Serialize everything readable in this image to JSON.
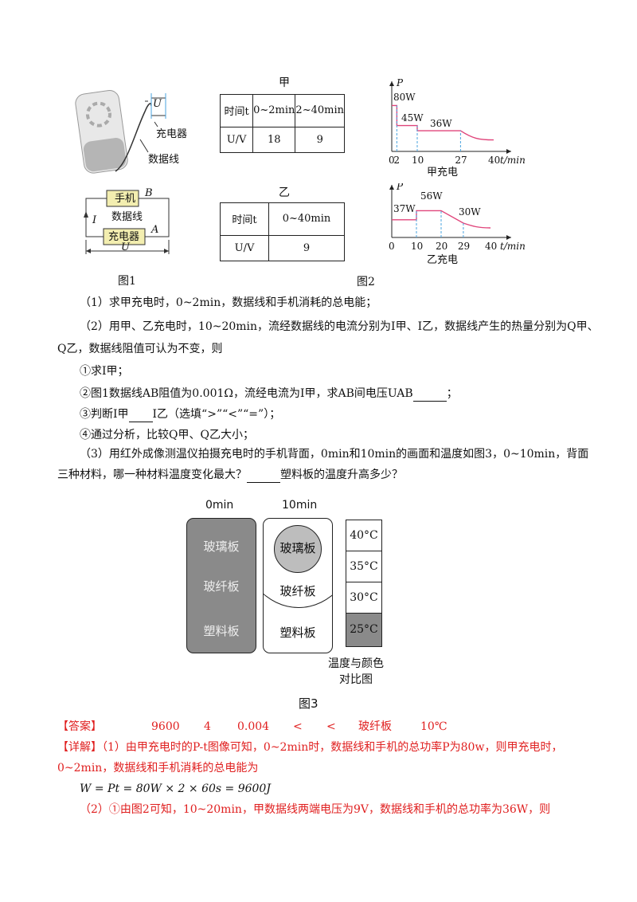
{
  "fig1": {
    "u_label": "U",
    "charger_label": "充电器",
    "cable_label": "数据线",
    "phone_box": "手机",
    "b_label": "B",
    "cable_mid": "数据线",
    "i_label": "I",
    "charger_box": "充电器",
    "a_label": "A",
    "u_bottom": "U",
    "caption": "图1"
  },
  "table_jia": {
    "title": "甲",
    "row1": [
      "时间t",
      "0~2min",
      "2~40min"
    ],
    "row2": [
      "U/V",
      "18",
      "9"
    ]
  },
  "table_yi": {
    "title": "乙",
    "row1": [
      "时间t",
      "0~40min"
    ],
    "row2": [
      "U/V",
      "9"
    ]
  },
  "fig2_caption": "图2",
  "chart_data": [
    {
      "type": "line",
      "title": "甲充电",
      "xlabel": "t/min",
      "ylabel": "P",
      "x_ticks": [
        "0",
        "2",
        "10",
        "27",
        "40"
      ],
      "annotations": [
        "80W",
        "45W",
        "36W"
      ],
      "series": [
        {
          "x": [
            0,
            2,
            2,
            10,
            10,
            27,
            40
          ],
          "y": [
            80,
            80,
            45,
            45,
            36,
            36,
            20
          ]
        }
      ]
    },
    {
      "type": "line",
      "title": "乙充电",
      "xlabel": "t/min",
      "ylabel": "P",
      "x_ticks": [
        "0",
        "10",
        "20",
        "29",
        "40"
      ],
      "annotations": [
        "37W",
        "56W",
        "30W"
      ],
      "series": [
        {
          "x": [
            0,
            10,
            10,
            20,
            29,
            40
          ],
          "y": [
            37,
            37,
            56,
            56,
            30,
            20
          ]
        }
      ]
    }
  ],
  "questions": {
    "q1": "（1）求甲充电时，0~2min，数据线和手机消耗的总电能；",
    "q2_line1": "（2）用甲、乙充电时，10~20min，流经数据线的电流分别为I甲、I乙，数据线产生的热量分别为Q甲、",
    "q2_line2": "Q乙，数据线阻值可认为不变，则",
    "q2_1": "①求I甲；",
    "q2_2": "②图1数据线AB阻值为0.001Ω，流经电流为I甲，求AB间电压UAB",
    "q2_2_end": "；",
    "q2_3_pre": "③判断I甲",
    "q2_3_post": "I乙（选填“>”“<”“=”）；",
    "q2_4": "④通过分析，比较Q甲、Q乙大小；",
    "q3_line1": "（3）用红外成像测温仪拍摄充电时的手机背面，0min和10min的画面和温度如图3，0~10min，背面",
    "q3_line2_pre": "三种材料，哪一种材料温度变化最大？",
    "q3_line2_post": "塑料板的温度升高多少？"
  },
  "fig3": {
    "label_0": "0min",
    "label_10": "10min",
    "left_items": [
      "玻璃板",
      "玻纤板",
      "塑料板"
    ],
    "right_items": [
      "玻璃板",
      "玻纤板",
      "塑料板"
    ],
    "scale": [
      "40°C",
      "35°C",
      "30°C",
      "25°C"
    ],
    "legend_line1": "温度与颜色",
    "legend_line2": "对比图",
    "caption": "图3"
  },
  "answer": {
    "label": "【答案】",
    "values": [
      "9600",
      "4",
      "0.004",
      "<",
      "<",
      "玻纤板",
      "10℃"
    ]
  },
  "detail": {
    "label": "【详解】",
    "line1": "（1）由甲充电时的P-t图像可知，0~2min时，数据线和手机的总功率P为80w，则甲充电时，",
    "line2": "0~2min，数据线和手机消耗的总电能为",
    "formula": "W = Pt = 80W × 2 × 60s = 9600J",
    "line3": "（2）①由图2可知，10~20min，甲数据线两端电压为9V，数据线和手机的总功率为36W，则"
  },
  "colors": {
    "answer_red": "#e02020",
    "curve": "#e0457b",
    "dash": "#4aa3df",
    "dark_panel": "#8a8a8a"
  }
}
